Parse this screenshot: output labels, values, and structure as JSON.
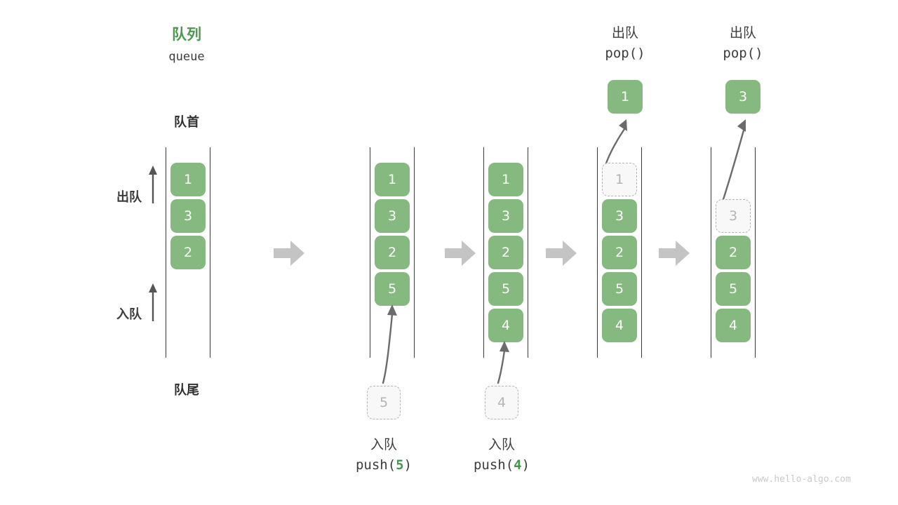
{
  "page": {
    "watermark": "www.hello-algo.com",
    "accent_green": "#44964a",
    "cell_green": "#86b97f",
    "ghost_gray": "#b4b4b4",
    "arrow_gray": "#c4c4c4",
    "line_dark": "#3c3c3c"
  },
  "header": {
    "title_cn": "队列",
    "title_code": "queue"
  },
  "labels": {
    "head": "队首",
    "tail": "队尾",
    "dequeue": "出队",
    "enqueue": "入队"
  },
  "icons": {
    "step_arrow": "arrow-right-icon",
    "up_arrow": "arrow-up-icon",
    "pop_arrow": "arrow-up-curve-icon",
    "push_arrow": "arrow-up-curve-icon"
  },
  "columns": [
    {
      "id": "initial",
      "caption_cn": "",
      "caption_code": "",
      "cells": [
        {
          "value": "1",
          "state": "filled"
        },
        {
          "value": "3",
          "state": "filled"
        },
        {
          "value": "2",
          "state": "filled"
        }
      ]
    },
    {
      "id": "after-push-5",
      "op": "push",
      "op_cn": "入队",
      "op_code_prefix": "push(",
      "op_code_arg": "5",
      "op_code_suffix": ")",
      "incoming_value": "5",
      "cells": [
        {
          "value": "1",
          "state": "filled"
        },
        {
          "value": "3",
          "state": "filled"
        },
        {
          "value": "2",
          "state": "filled"
        },
        {
          "value": "5",
          "state": "filled"
        }
      ]
    },
    {
      "id": "after-push-4",
      "op": "push",
      "op_cn": "入队",
      "op_code_prefix": "push(",
      "op_code_arg": "4",
      "op_code_suffix": ")",
      "incoming_value": "4",
      "cells": [
        {
          "value": "1",
          "state": "filled"
        },
        {
          "value": "3",
          "state": "filled"
        },
        {
          "value": "2",
          "state": "filled"
        },
        {
          "value": "5",
          "state": "filled"
        },
        {
          "value": "4",
          "state": "filled"
        }
      ]
    },
    {
      "id": "after-pop-1",
      "op": "pop",
      "op_cn": "出队",
      "op_code": "pop()",
      "popped_value": "1",
      "cells": [
        {
          "value": "1",
          "state": "ghost"
        },
        {
          "value": "3",
          "state": "filled"
        },
        {
          "value": "2",
          "state": "filled"
        },
        {
          "value": "5",
          "state": "filled"
        },
        {
          "value": "4",
          "state": "filled"
        }
      ]
    },
    {
      "id": "after-pop-3",
      "op": "pop",
      "op_cn": "出队",
      "op_code": "pop()",
      "popped_value": "3",
      "cells": [
        {
          "value": "",
          "state": "empty"
        },
        {
          "value": "3",
          "state": "ghost"
        },
        {
          "value": "2",
          "state": "filled"
        },
        {
          "value": "5",
          "state": "filled"
        },
        {
          "value": "4",
          "state": "filled"
        }
      ]
    }
  ]
}
